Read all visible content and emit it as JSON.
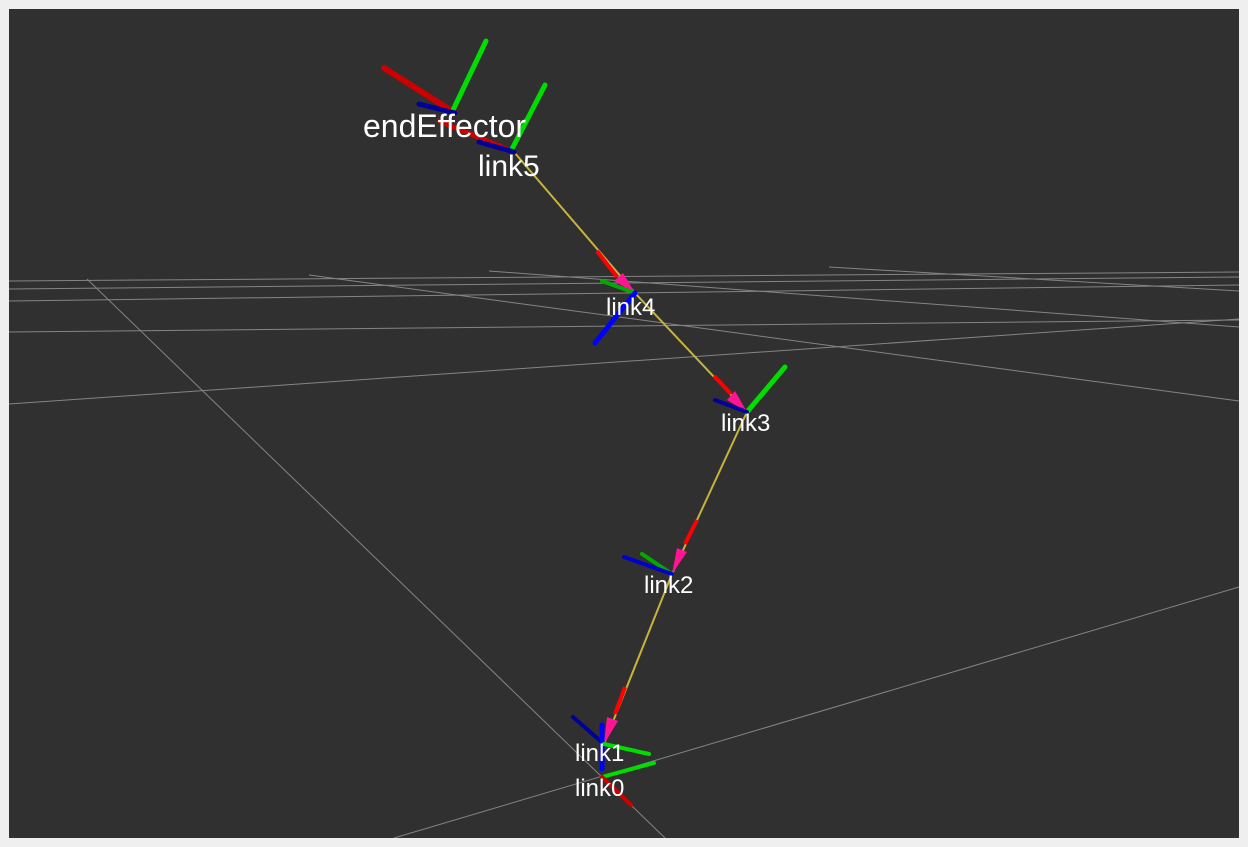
{
  "viewport": {
    "background": "#303030",
    "grid_color": "#a0a0a0",
    "link_color": "#c8b43c",
    "arrow_color": "#ff1493",
    "axis_colors": {
      "x": "#ff0000",
      "y": "#00ff00",
      "z": "#0000ff"
    }
  },
  "frames": [
    {
      "id": "endEffector",
      "label": "endEffector"
    },
    {
      "id": "link5",
      "label": "link5"
    },
    {
      "id": "link4",
      "label": "link4"
    },
    {
      "id": "link3",
      "label": "link3"
    },
    {
      "id": "link2",
      "label": "link2"
    },
    {
      "id": "link1",
      "label": "link1"
    },
    {
      "id": "link0",
      "label": "link0"
    }
  ]
}
